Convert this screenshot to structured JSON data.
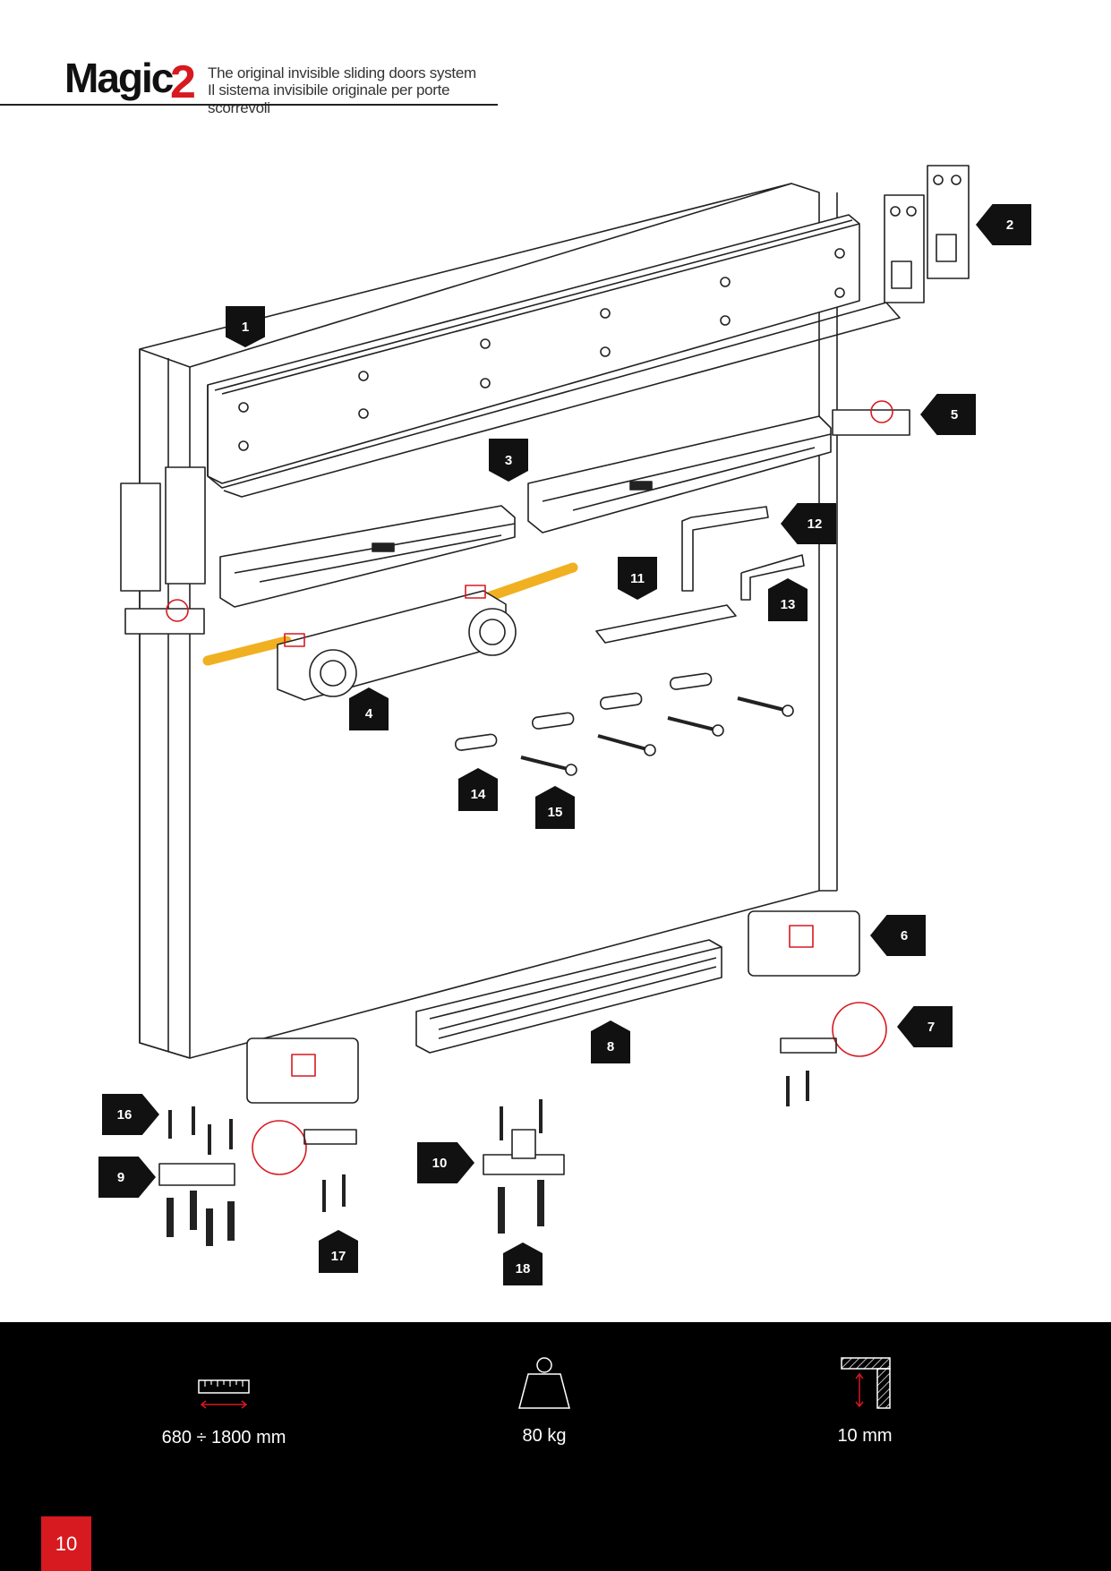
{
  "brand": {
    "logo_text": "Magic",
    "logo_suffix": "2",
    "tagline_en": "The original invisible sliding doors system",
    "tagline_it": "Il sistema invisibile originale per porte scorrevoli"
  },
  "components": {
    "tags": [
      "1",
      "2",
      "3",
      "4",
      "5",
      "6",
      "7",
      "8",
      "9",
      "10",
      "11",
      "12",
      "13",
      "14",
      "15",
      "16",
      "17",
      "18"
    ]
  },
  "specs": [
    {
      "icon": "ruler-icon",
      "label": "680 ÷ 1800 mm"
    },
    {
      "icon": "weight-icon",
      "label": "80 kg"
    },
    {
      "icon": "thickness-icon",
      "label": "10 mm"
    }
  ],
  "colors": {
    "accent": "#d71920",
    "rod": "#f0b021",
    "footer_bg": "#000000"
  },
  "page": {
    "number": "10"
  }
}
